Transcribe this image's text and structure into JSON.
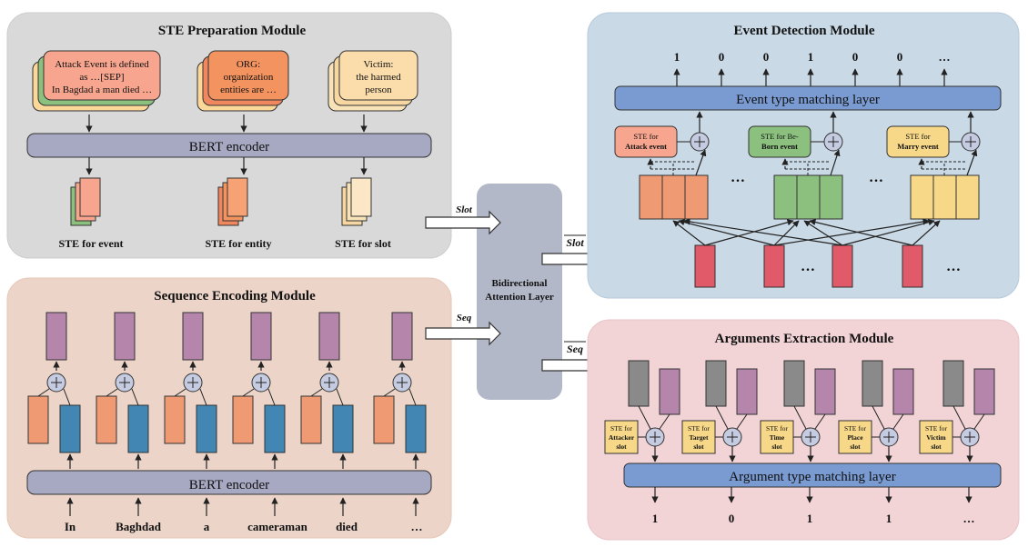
{
  "modules": {
    "ste_prep": {
      "title": "STE Preparation Module",
      "card_event": [
        "Attack Event is defined",
        "as …[SEP]",
        "In Bagdad a man died …"
      ],
      "card_entity": [
        "ORG:",
        "organization",
        "entities are …"
      ],
      "card_slot": [
        "Victim:",
        "the harmed",
        "person"
      ],
      "encoder": "BERT encoder",
      "outputs": [
        "STE for event",
        "STE for entity",
        "STE for slot"
      ]
    },
    "seq_enc": {
      "title": "Sequence Encoding Module",
      "encoder": "BERT encoder",
      "tokens": [
        "In",
        "Baghdad",
        "a",
        "cameraman",
        "died",
        "…"
      ]
    },
    "attention": {
      "label_lines": [
        "Bidirectional",
        "Attention Layer"
      ]
    },
    "arrows": {
      "slot_in": "Slot",
      "seq_in": "Seq",
      "slot_out": "Slot",
      "seq_out": "Seq"
    },
    "event_det": {
      "title": "Event Detection Module",
      "layer": "Event type matching layer",
      "outputs": [
        "1",
        "0",
        "0",
        "1",
        "0",
        "0",
        "…"
      ],
      "ste_boxes": [
        [
          "STE for",
          "Attack event"
        ],
        [
          "STE for Be-",
          "Born event"
        ],
        [
          "STE for",
          "Marry event"
        ]
      ],
      "ellipsis": "…"
    },
    "arg_ext": {
      "title": "Arguments Extraction Module",
      "layer": "Argument type matching layer",
      "outputs": [
        "1",
        "0",
        "1",
        "1",
        "…"
      ],
      "slots": [
        [
          "STE for",
          "Attacker",
          "slot"
        ],
        [
          "STE for",
          "Target",
          "slot"
        ],
        [
          "STE for",
          "Time",
          "slot"
        ],
        [
          "STE for",
          "Place",
          "slot"
        ],
        [
          "STE for",
          "Victim",
          "slot"
        ]
      ]
    }
  },
  "colors": {
    "prep_bg": "#d9d9d9",
    "seq_bg": "#ecd5c8",
    "event_bg": "#c9d9e6",
    "arg_bg": "#f2d3d6",
    "attention_bg": "#b3b8c8",
    "encoder_bar": "#a7a8c2",
    "layer_bar": "#7a9bd1",
    "purple": "#b685ac",
    "orange": "#ef9a72",
    "blue": "#4286b3",
    "red": "#e05a6a",
    "green": "#8cc07f",
    "yellow": "#f7d889",
    "gray": "#8a8a8a",
    "card_orange": "#f7a58e",
    "card_yellow": "#fbdcab"
  }
}
